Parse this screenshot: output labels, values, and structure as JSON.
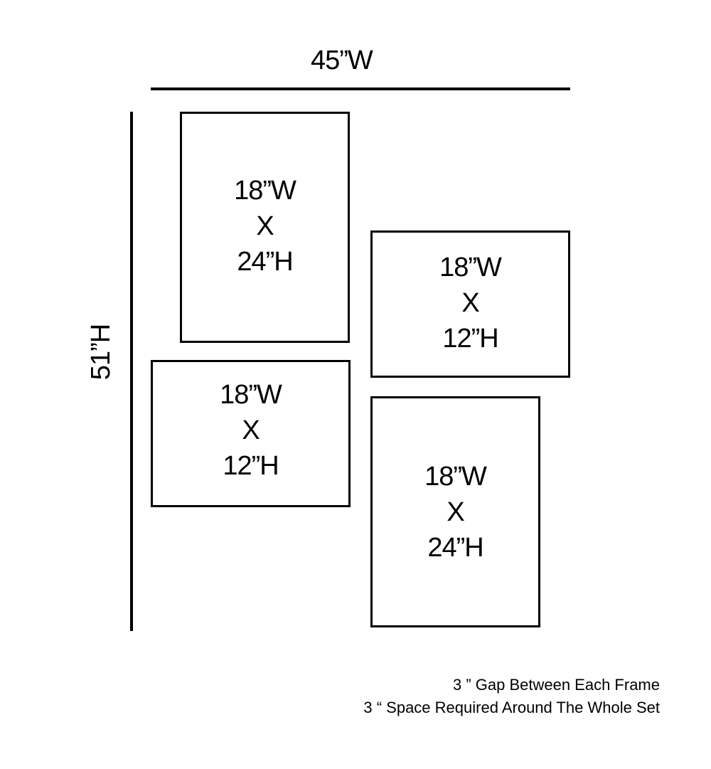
{
  "overall": {
    "width_label": "45”W",
    "height_label": "51”H"
  },
  "frames": [
    {
      "width": "18”W",
      "sep": "X",
      "height": "24”H"
    },
    {
      "width": "18”W",
      "sep": "X",
      "height": "12”H"
    },
    {
      "width": "18”W",
      "sep": "X",
      "height": "12”H"
    },
    {
      "width": "18”W",
      "sep": "X",
      "height": "24”H"
    }
  ],
  "notes": [
    "3 ” Gap Between Each Frame",
    "3 “ Space Required Around The Whole Set"
  ]
}
